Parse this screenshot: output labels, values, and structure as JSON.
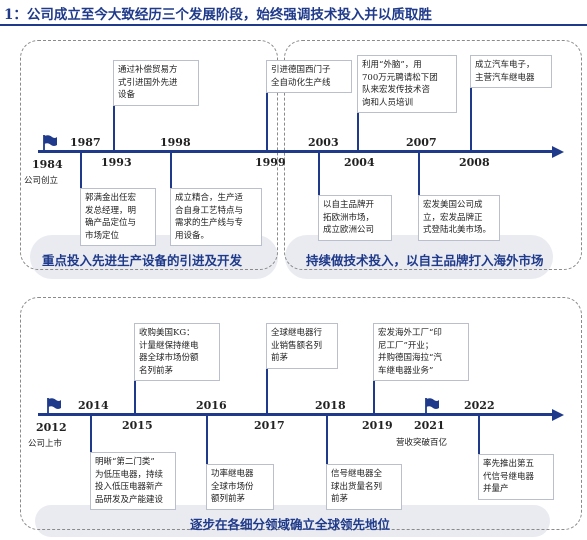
{
  "title": "1：公司成立至今大致经历三个发展阶段，始终强调技术投入并以质取胜",
  "colors": {
    "accent": "#1f3a8a",
    "panel": "#e9ebf1"
  },
  "top": {
    "years": [
      "1984",
      "1987",
      "1993",
      "1998",
      "1999",
      "2003",
      "2004",
      "2007",
      "2008"
    ],
    "start_note": "公司创立",
    "events_above": [
      [
        "通过补偿贸易方",
        "式引进国外先进",
        "设备"
      ],
      [
        "引进德国西门子",
        "全自动化生产线"
      ],
      [
        "利用“外脑”，用",
        "700万元聘请松下团",
        "队来宏发传技术咨",
        "询和人员培训"
      ],
      [
        "成立汽车电子，",
        "主营汽车继电器"
      ]
    ],
    "events_below": [
      [
        "郭满金出任宏",
        "发总经理，明",
        "确产品定位与",
        "市场定位"
      ],
      [
        "成立精合，生产适",
        "合自身工艺特点与",
        "需求的生产线与专",
        "用设备。"
      ],
      [
        "以自主品牌开",
        "拓欧洲市场，",
        "成立欧洲公司"
      ],
      [
        "宏发美国公司成",
        "立，宏发品牌正",
        "式登陆北美市场。"
      ]
    ],
    "label_left": "重点投入先进生产设备的引进及开发",
    "label_right": "持续做技术投入，以自主品牌打入海外市场"
  },
  "bottom": {
    "years": [
      "2012",
      "2014",
      "2015",
      "2016",
      "2017",
      "2018",
      "2019",
      "2021",
      "2022"
    ],
    "start_note": "公司上市",
    "note_2021": "营收突破百亿",
    "events_above": [
      [
        "收购美国KG：",
        "计量继保持继电",
        "器全球市场份额",
        "名列前茅"
      ],
      [
        "全球继电器行",
        "业销售额名列",
        "前茅"
      ],
      [
        "宏发海外工厂“印",
        "尼工厂”开业；",
        "并购德国海拉“汽",
        "车继电器业务”"
      ]
    ],
    "events_below": [
      [
        "明晰“第二门类”",
        "为低压电器，持续",
        "投入低压电器新产",
        "品研发及产能建设"
      ],
      [
        "功率继电器",
        "全球市场份",
        "额列前茅"
      ],
      [
        "信号继电器全",
        "球出货量名列",
        "前茅"
      ],
      [
        "率先推出第五",
        "代信号继电器",
        "并量产"
      ]
    ],
    "label": "逐步在各细分领域确立全球领先地位"
  }
}
